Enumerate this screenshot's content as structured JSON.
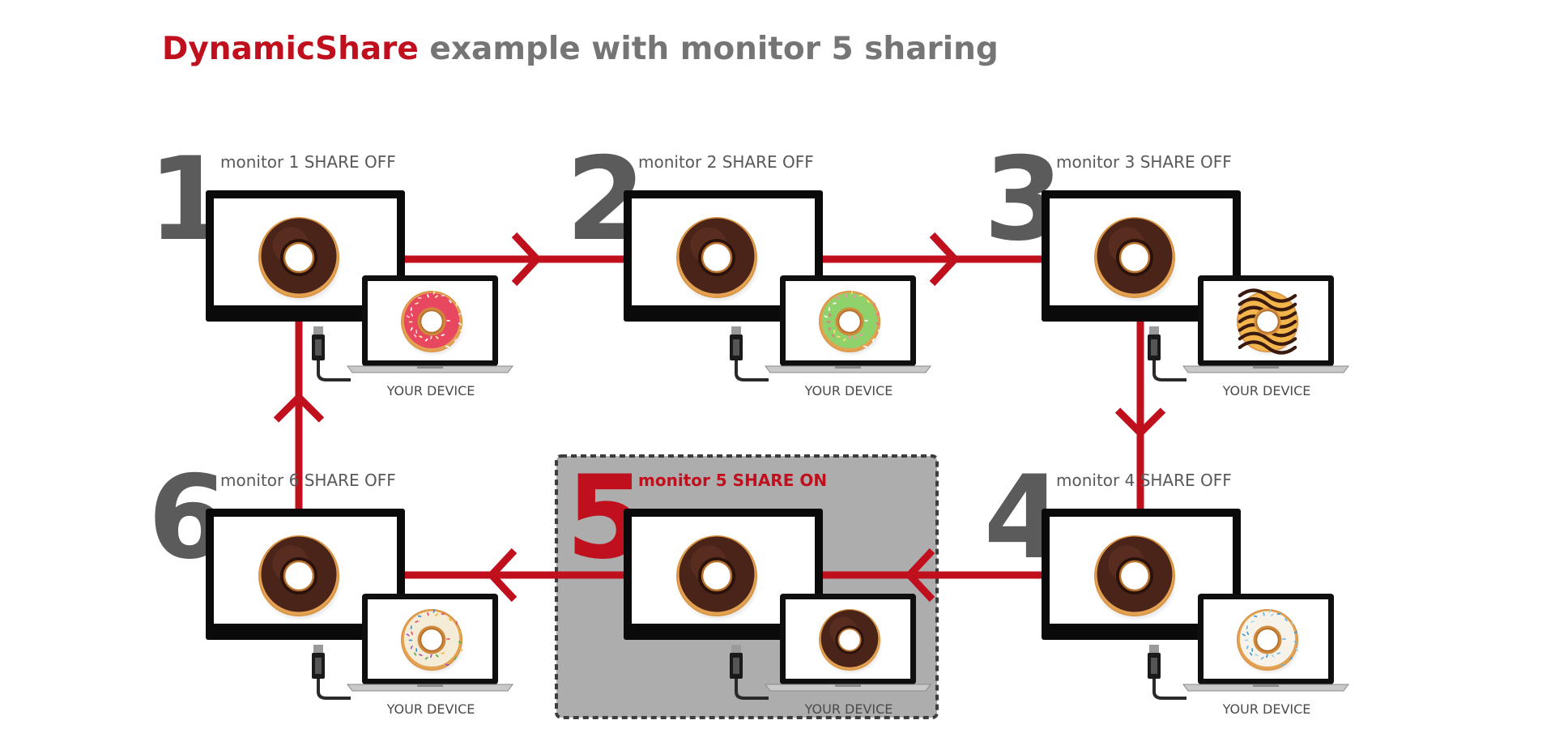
{
  "title": {
    "brand": "DynamicShare",
    "rest": " example with monitor 5 sharing"
  },
  "colors": {
    "accent": "#c0101e",
    "number_gray": "#5b5b5b",
    "highlight_box": "#adadad",
    "chocolate": "#4a2418",
    "dough": "#d8913f"
  },
  "monitors": [
    {
      "id": 1,
      "number": "1",
      "label": "monitor 1 SHARE OFF",
      "device_label": "YOUR DEVICE",
      "sharing": false,
      "device_donut": "pink-sprinkle"
    },
    {
      "id": 2,
      "number": "2",
      "label": "monitor 2 SHARE OFF",
      "device_label": "YOUR DEVICE",
      "sharing": false,
      "device_donut": "green-sprinkle"
    },
    {
      "id": 3,
      "number": "3",
      "label": "monitor 3 SHARE OFF",
      "device_label": "YOUR DEVICE",
      "sharing": false,
      "device_donut": "chocolate-drizzle"
    },
    {
      "id": 4,
      "number": "4",
      "label": "monitor 4 SHARE OFF",
      "device_label": "YOUR DEVICE",
      "sharing": false,
      "device_donut": "blue-sprinkle"
    },
    {
      "id": 5,
      "number": "5",
      "label": "monitor 5 SHARE ON",
      "device_label": "YOUR DEVICE",
      "sharing": true,
      "device_donut": "chocolate"
    },
    {
      "id": 6,
      "number": "6",
      "label": "monitor 6 SHARE OFF",
      "device_label": "YOUR DEVICE",
      "sharing": false,
      "device_donut": "rainbow-sprinkle"
    }
  ],
  "flow": [
    {
      "from": 1,
      "to": 2
    },
    {
      "from": 2,
      "to": 3
    },
    {
      "from": 3,
      "to": 4
    },
    {
      "from": 4,
      "to": 5
    },
    {
      "from": 5,
      "to": 6
    },
    {
      "from": 6,
      "to": 1
    }
  ],
  "icons": [
    "donut-icon",
    "laptop-icon",
    "monitor-icon",
    "usb-cable-icon",
    "arrow-icon"
  ]
}
